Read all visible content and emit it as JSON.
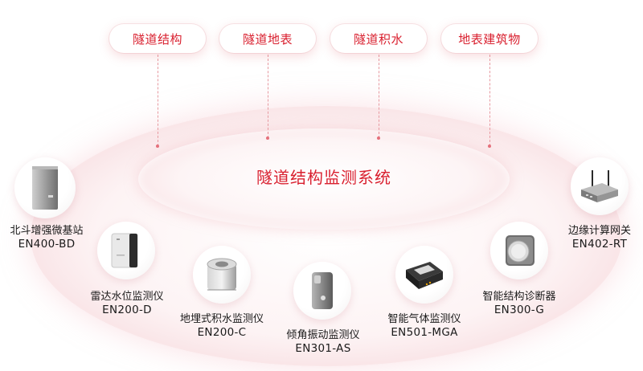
{
  "categories": [
    "隧道结构",
    "隧道地表",
    "隧道积水",
    "地表建筑物"
  ],
  "center_title": "隧道结构监测系统",
  "devices": [
    {
      "name": "北斗增强微基站",
      "model": "EN400-BD",
      "icon": "beidou-base-station-icon"
    },
    {
      "name": "雷达水位监测仪",
      "model": "EN200-D",
      "icon": "radar-water-level-icon"
    },
    {
      "name": "地埋式积水监测仪",
      "model": "EN200-C",
      "icon": "buried-water-monitor-icon"
    },
    {
      "name": "倾角振动监测仪",
      "model": "EN301-AS",
      "icon": "tilt-vibration-monitor-icon"
    },
    {
      "name": "智能气体监测仪",
      "model": "EN501-MGA",
      "icon": "gas-monitor-icon"
    },
    {
      "name": "智能结构诊断器",
      "model": "EN300-G",
      "icon": "structure-diagnoser-icon"
    },
    {
      "name": "边缘计算网关",
      "model": "EN402-RT",
      "icon": "edge-gateway-icon"
    }
  ],
  "colors": {
    "accent": "#d9202f",
    "ring": "#f3cdd2"
  }
}
